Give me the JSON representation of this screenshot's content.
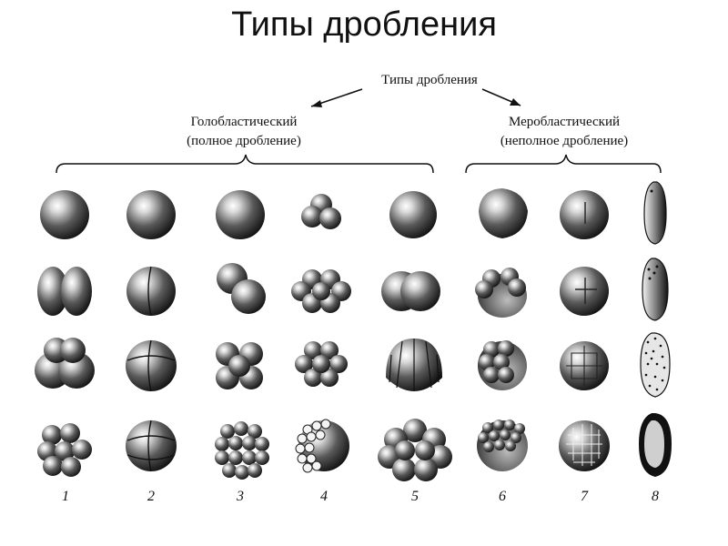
{
  "title": "Типы дробления",
  "root_label": "Типы дробления",
  "groups": {
    "holoblastic": {
      "name": "Голобластический",
      "subtitle": "(полное дробление)"
    },
    "meroblastic": {
      "name": "Меробластический",
      "subtitle": "(неполное дробление)"
    }
  },
  "column_numbers": [
    "1",
    "2",
    "3",
    "4",
    "5",
    "6",
    "7",
    "8"
  ],
  "stage_count": 4
}
